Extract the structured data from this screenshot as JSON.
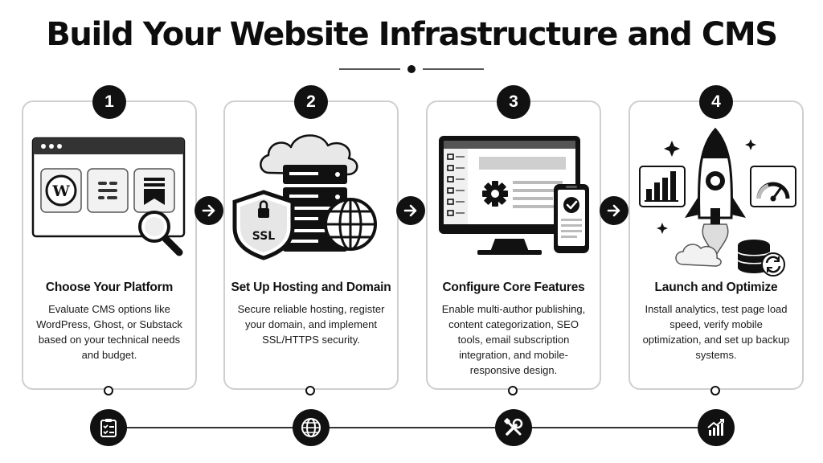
{
  "title": "Build Your Website Infrastructure and CMS",
  "steps": [
    {
      "number": "1",
      "heading": "Choose Your Platform",
      "description": "Evaluate CMS options like WordPress, Ghost, or Substack based on your technical needs and budget.",
      "illustration_icons": [
        "browser-window-icon",
        "wordpress-logo-icon",
        "ghost-logo-icon",
        "substack-logo-icon",
        "magnifier-icon"
      ],
      "bottom_icon": "clipboard-checklist-icon"
    },
    {
      "number": "2",
      "heading": "Set Up Hosting and Domain",
      "description": "Secure reliable hosting, register your domain, and implement SSL/HTTPS security.",
      "shield_label": "SSL",
      "illustration_icons": [
        "cloud-icon",
        "server-rack-icon",
        "ssl-shield-icon",
        "globe-icon"
      ],
      "bottom_icon": "globe-icon"
    },
    {
      "number": "3",
      "heading": "Configure Core Features",
      "description": "Enable multi-author publishing, content categorization, SEO tools, email subscription integration, and mobile-responsive design.",
      "illustration_icons": [
        "desktop-monitor-icon",
        "gear-icon",
        "smartphone-icon",
        "check-circle-icon"
      ],
      "bottom_icon": "tools-icon"
    },
    {
      "number": "4",
      "heading": "Launch and Optimize",
      "description": "Install analytics, test page load speed, verify mobile optimization, and set up backup systems.",
      "illustration_icons": [
        "rocket-icon",
        "bar-chart-icon",
        "speedometer-icon",
        "database-sync-icon",
        "sparkle-icon"
      ],
      "bottom_icon": "growth-chart-icon"
    }
  ],
  "colors": {
    "primary": "#111111",
    "card_border": "#cfcfcf",
    "background": "#ffffff"
  }
}
